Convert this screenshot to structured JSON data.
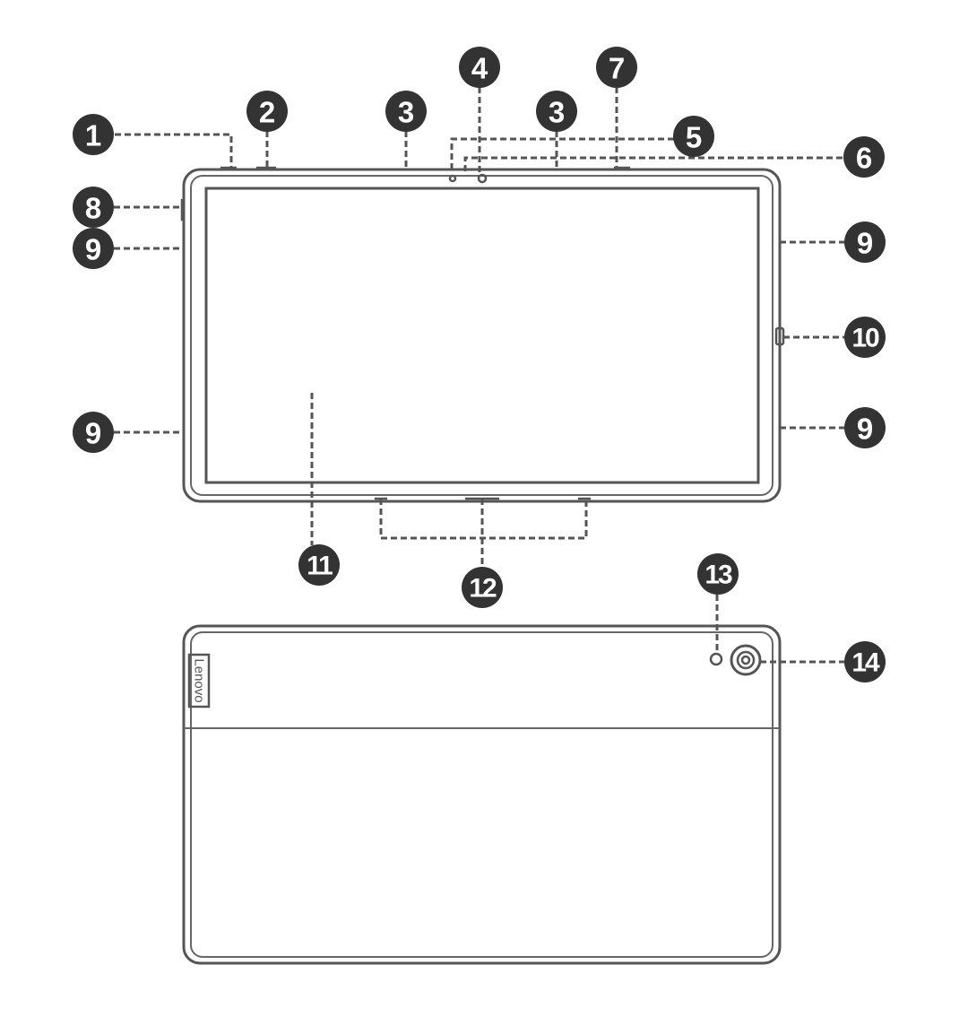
{
  "callouts": {
    "c1": "1",
    "c2": "2",
    "c3a": "3",
    "c3b": "3",
    "c4": "4",
    "c5": "5",
    "c6": "6",
    "c7": "7",
    "c8": "8",
    "c9a": "9",
    "c9b": "9",
    "c9c": "9",
    "c9d": "9",
    "c10": "10",
    "c11": "11",
    "c12": "12",
    "c13": "13",
    "c14": "14"
  },
  "back": {
    "logo_text": "Lenovo"
  }
}
